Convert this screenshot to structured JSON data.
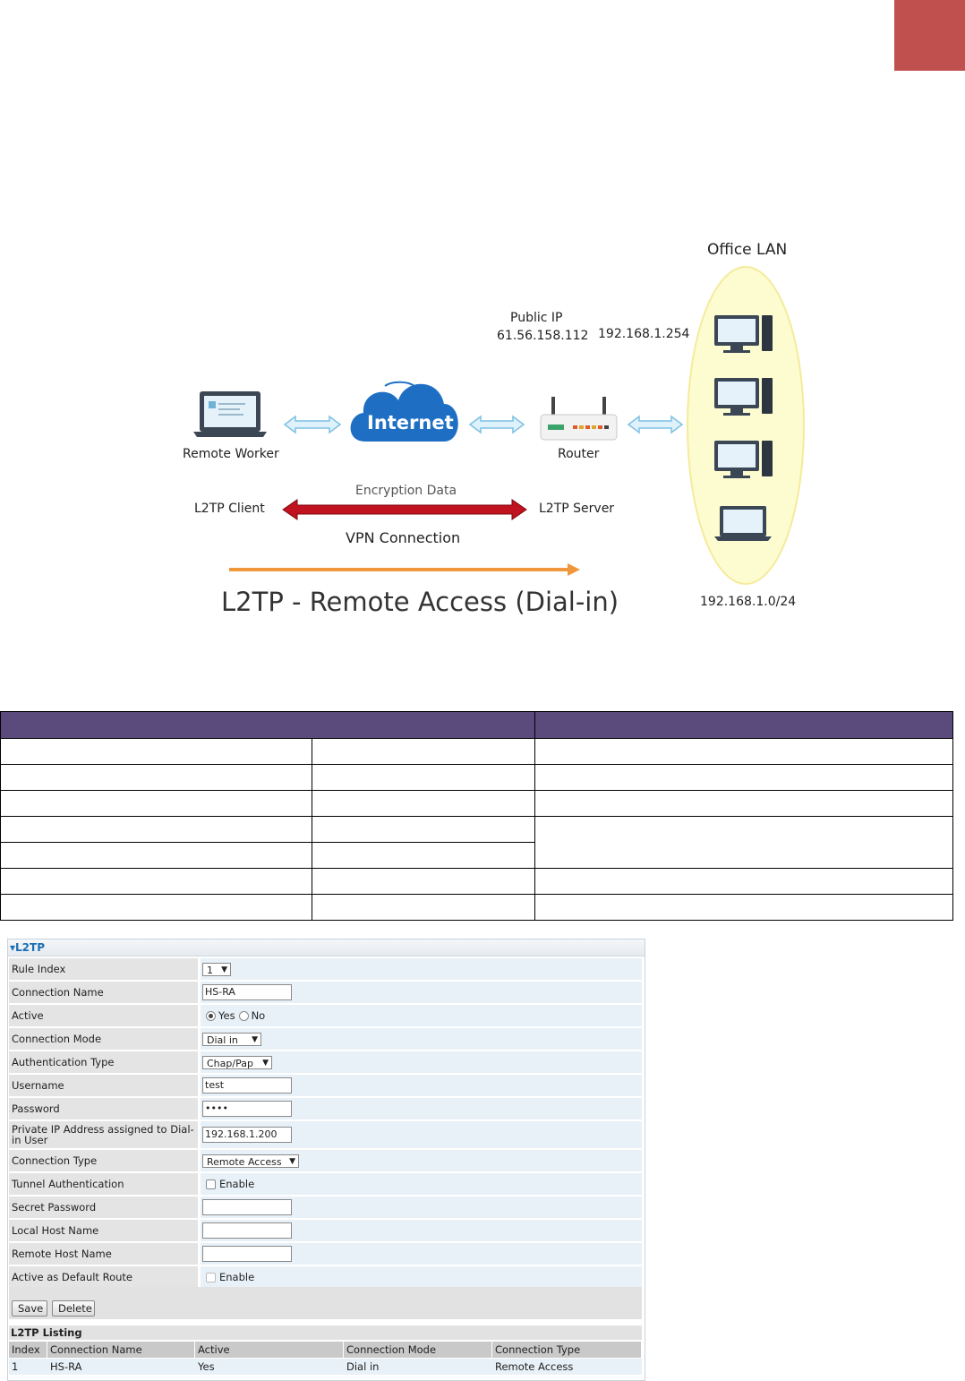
{
  "diagram": {
    "office_lan": "Office LAN",
    "public_ip_label": "Public IP",
    "public_ip": "61.56.158.112",
    "router_ip": "192.168.1.254",
    "internet": "Internet",
    "remote_worker": "Remote Worker",
    "router": "Router",
    "encryption": "Encryption Data",
    "l2tp_client": "L2TP Client",
    "l2tp_server": "L2TP Server",
    "vpn_connection": "VPN Connection",
    "title": "L2TP - Remote Access (Dial-in)",
    "subnet": "192.168.1.0/24"
  },
  "form": {
    "section_title": "L2TP",
    "fields": {
      "rule_index": {
        "label": "Rule Index",
        "value": "1"
      },
      "connection_name": {
        "label": "Connection Name",
        "value": "HS-RA"
      },
      "active": {
        "label": "Active",
        "yes": "Yes",
        "no": "No"
      },
      "connection_mode": {
        "label": "Connection Mode",
        "value": "Dial in"
      },
      "auth_type": {
        "label": "Authentication Type",
        "value": "Chap/Pap"
      },
      "username": {
        "label": "Username",
        "value": "test"
      },
      "password": {
        "label": "Password",
        "value": "••••"
      },
      "private_ip": {
        "label": "Private IP Address assigned to Dial-in User",
        "value": "192.168.1.200"
      },
      "connection_type": {
        "label": "Connection Type",
        "value": "Remote Access"
      },
      "tunnel_auth": {
        "label": "Tunnel Authentication",
        "option": "Enable"
      },
      "secret_password": {
        "label": "Secret Password",
        "value": ""
      },
      "local_host": {
        "label": "Local Host Name",
        "value": ""
      },
      "remote_host": {
        "label": "Remote Host Name",
        "value": ""
      },
      "default_route": {
        "label": "Active as Default Route",
        "option": "Enable"
      }
    },
    "buttons": {
      "save": "Save",
      "delete": "Delete"
    },
    "listing": {
      "title": "L2TP Listing",
      "headers": [
        "Index",
        "Connection Name",
        "Active",
        "Connection Mode",
        "Connection Type"
      ],
      "rows": [
        [
          "1",
          "HS-RA",
          "Yes",
          "Dial in",
          "Remote Access"
        ]
      ]
    }
  }
}
